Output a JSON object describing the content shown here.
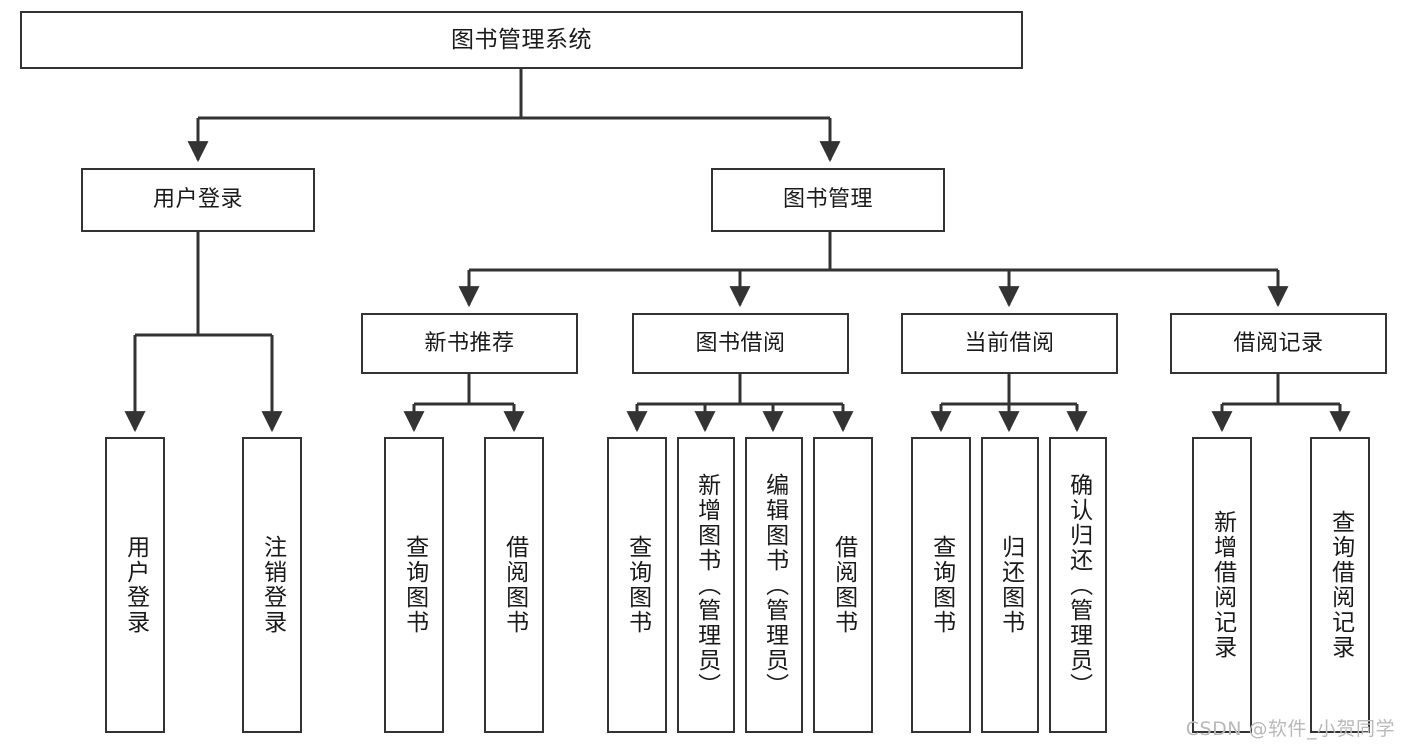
{
  "diagram": {
    "title": "图书管理系统",
    "watermark": "CSDN @软件_小贺同学",
    "colors": {
      "background": "#ffffff",
      "box_border": "#333333",
      "box_fill": "#ffffff",
      "edge": "#333333",
      "text": "#1a1a1a",
      "watermark": "#b9b9b9"
    },
    "nodes": {
      "root": {
        "label": "图书管理系统"
      },
      "level1": [
        {
          "label": "用户登录"
        },
        {
          "label": "图书管理"
        }
      ],
      "level2": [
        {
          "label": "新书推荐"
        },
        {
          "label": "图书借阅"
        },
        {
          "label": "当前借阅"
        },
        {
          "label": "借阅记录"
        }
      ],
      "leaves": [
        {
          "label": "用户登录"
        },
        {
          "label": "注销登录"
        },
        {
          "label": "查询图书"
        },
        {
          "label": "借阅图书"
        },
        {
          "label": "查询图书"
        },
        {
          "label": "新增图书（管理员）"
        },
        {
          "label": "编辑图书（管理员）"
        },
        {
          "label": "借阅图书"
        },
        {
          "label": "查询图书"
        },
        {
          "label": "归还图书"
        },
        {
          "label": "确认归还（管理员）"
        },
        {
          "label": "新增借阅记录"
        },
        {
          "label": "查询借阅记录"
        }
      ]
    }
  }
}
